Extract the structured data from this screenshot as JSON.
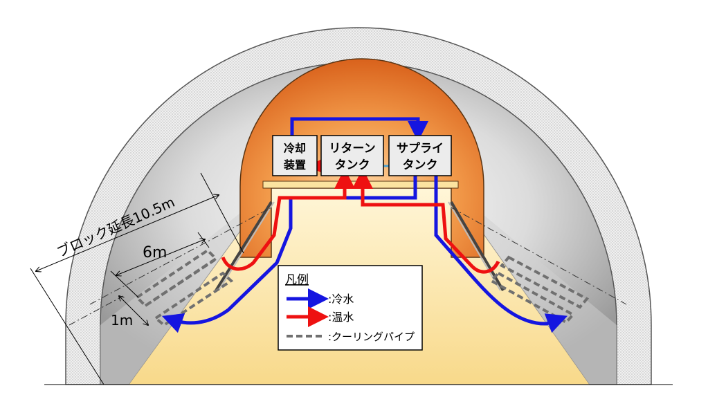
{
  "equipment": {
    "cooling_unit": [
      "冷却",
      "装置"
    ],
    "return_tank": [
      "リターン",
      "タンク"
    ],
    "supply_tank": [
      "サプライ",
      "タンク"
    ]
  },
  "dimensions": {
    "block_length": "ブロック延長10.5m",
    "pipe_length": "6m",
    "pipe_spacing": "1m"
  },
  "legend": {
    "title": "凡例",
    "items": [
      {
        "label": ":冷水",
        "color": "#1515e0",
        "style": "arrow"
      },
      {
        "label": ":温水",
        "color": "#ee1111",
        "style": "arrow"
      },
      {
        "label": ":クーリングパイプ",
        "color": "#707070",
        "style": "dashed"
      }
    ]
  },
  "colors": {
    "cold_water": "#1515e0",
    "warm_water": "#ee1111",
    "cooling_pipe": "#707070",
    "inner_lining": "#e8782c",
    "floor": "#fbe8a8"
  }
}
